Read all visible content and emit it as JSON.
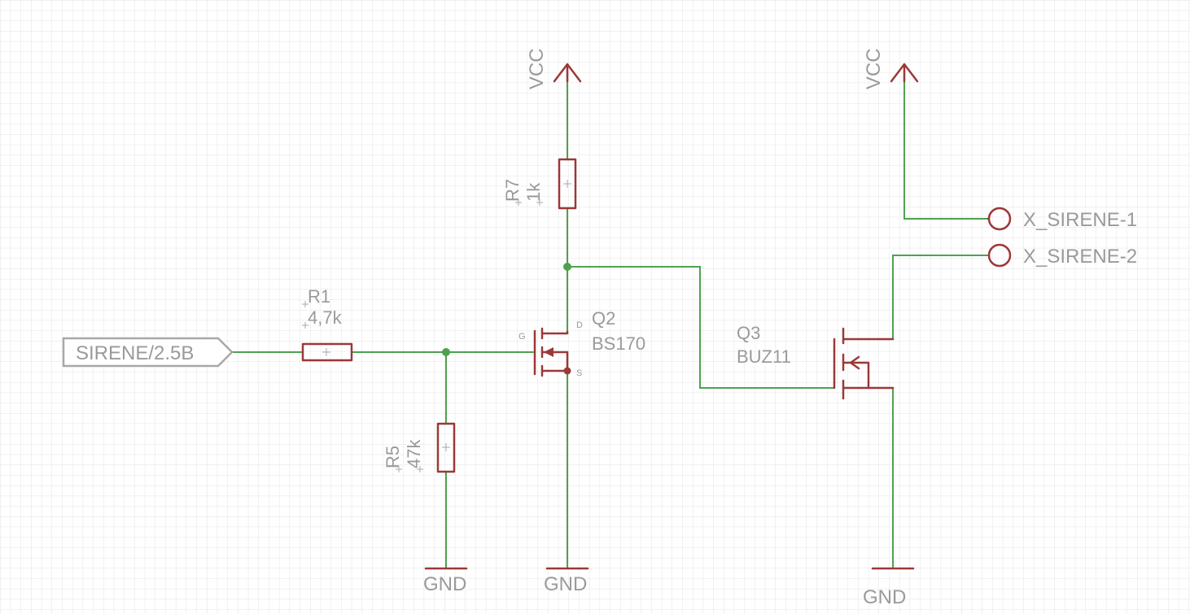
{
  "net_labels": {
    "vcc_left": "VCC",
    "vcc_right": "VCC",
    "gnd_r5": "GND",
    "gnd_q2": "GND",
    "gnd_q3": "GND",
    "input": "SIRENE/2.5B",
    "x_sirene_1": "X_SIRENE-1",
    "x_sirene_2": "X_SIRENE-2"
  },
  "components": {
    "r1": {
      "name": "R1",
      "value": "4,7k"
    },
    "r5": {
      "name": "R5",
      "value": "47k"
    },
    "r7": {
      "name": "R7",
      "value": "1k"
    },
    "q2": {
      "name": "Q2",
      "value": "BS170",
      "pins": {
        "gate": "G",
        "drain": "D",
        "source": "S"
      }
    },
    "q3": {
      "name": "Q3",
      "value": "BUZ11"
    }
  },
  "colors": {
    "wire": "#4fa14f",
    "part": "#9c3838",
    "text": "#9a9a9a",
    "grid": "#e3e3e3"
  }
}
